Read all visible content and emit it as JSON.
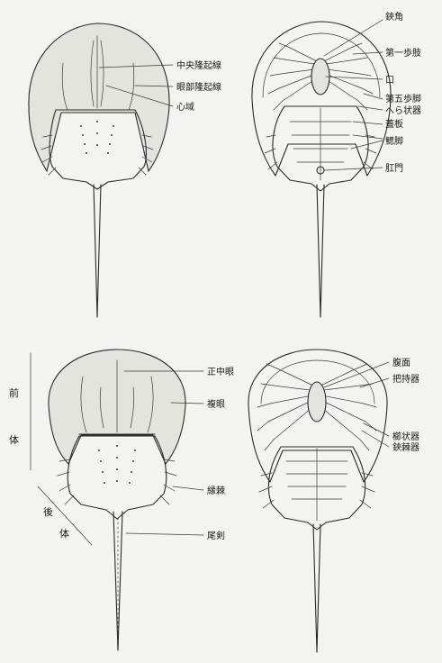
{
  "figures": {
    "top_left": {
      "labels": [
        "中央隆起線",
        "眼部隆起線",
        "心域"
      ]
    },
    "top_right": {
      "labels": [
        "鋏角",
        "第一歩肢",
        "口",
        "第五歩脚",
        "へら状器",
        "蓋板",
        "鰓脚",
        "肛門"
      ]
    },
    "bottom_left": {
      "labels": [
        "正中眼",
        "複眼",
        "縁棘",
        "尾剣"
      ],
      "side_labels": {
        "prosoma_chars": [
          "前",
          "体"
        ],
        "opisthosoma_chars": [
          "後",
          "体"
        ]
      }
    },
    "bottom_right": {
      "labels": [
        "腹面",
        "把持器",
        "櫛状器",
        "鋏棘器"
      ]
    }
  },
  "colors": {
    "background": "#f3f3ef",
    "ink": "#2a2a2a",
    "shade": "#e4e4df"
  }
}
